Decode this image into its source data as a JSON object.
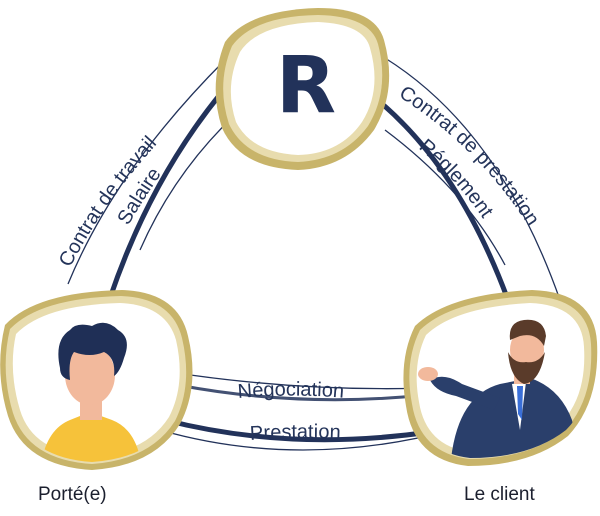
{
  "center_node": {
    "letter": "R"
  },
  "links": {
    "left_outer": "Contrat de travail",
    "left_inner": "Salaire",
    "right_outer": "Contrat de prestation",
    "right_inner": "Réglement",
    "bottom_inner": "Négociation",
    "bottom_outer": "Prestation"
  },
  "nodes": {
    "left_caption": "Porté(e)",
    "right_caption": "Le client"
  },
  "colors": {
    "navy": "#22325a",
    "gold": "#c8b46a",
    "gold_light": "#e8dcae",
    "skin": "#f2b99c",
    "yellow": "#f6c23a",
    "suit": "#2a3f6b"
  }
}
